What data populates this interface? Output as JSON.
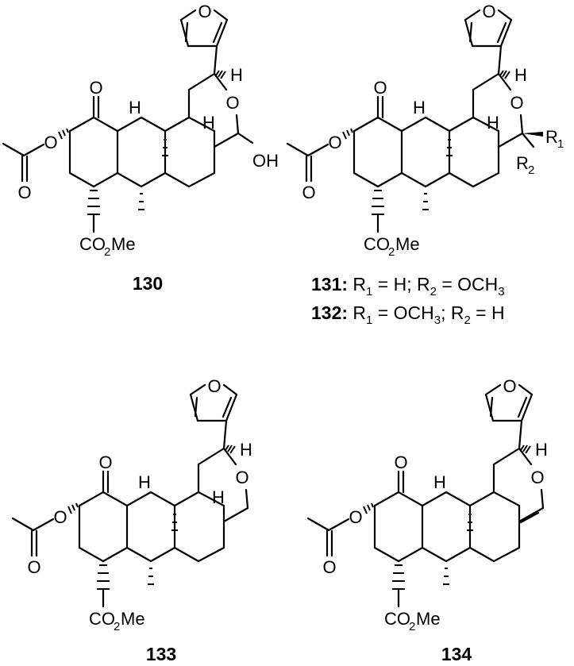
{
  "compounds": [
    {
      "number": "130",
      "labels": {
        "ketone_o": "O",
        "ester_o": "O",
        "carbonyl_o": "O",
        "furan_o": "O",
        "ring_o": "O",
        "h1": "H",
        "h2": "H",
        "h3": "H",
        "oh": "OH",
        "co": "CO",
        "two": "2",
        "me": "Me"
      }
    },
    {
      "number": "131",
      "labels": {
        "ketone_o": "O",
        "ester_o": "O",
        "carbonyl_o": "O",
        "furan_o": "O",
        "ring_o": "O",
        "h1": "H",
        "h2": "H",
        "h3": "H",
        "r1": "R",
        "r1_sub": "1",
        "r2": "R",
        "r2_sub": "2",
        "co": "CO",
        "two": "2",
        "me": "Me"
      },
      "legend": [
        {
          "number": "131:",
          "text_a": " R",
          "sub_a": "1",
          "text_b": " = H; R",
          "sub_b": "2",
          "text_c": " = OCH",
          "sub_c": "3",
          "text_d": ""
        },
        {
          "number": "132:",
          "text_a": " R",
          "sub_a": "1",
          "text_b": " = OCH",
          "sub_b": "3",
          "text_c": "; R",
          "sub_c": "2",
          "text_d": " = H"
        }
      ]
    },
    {
      "number": "133",
      "labels": {
        "ketone_o": "O",
        "ester_o": "O",
        "carbonyl_o": "O",
        "furan_o": "O",
        "ring_o": "O",
        "h1": "H",
        "h2": "H",
        "h3": "H",
        "co": "CO",
        "two": "2",
        "me": "Me"
      }
    },
    {
      "number": "134",
      "labels": {
        "ketone_o": "O",
        "ester_o": "O",
        "carbonyl_o": "O",
        "furan_o": "O",
        "ring_o": "O",
        "h1": "H",
        "h2": "H",
        "co": "CO",
        "two": "2",
        "me": "Me"
      }
    }
  ]
}
